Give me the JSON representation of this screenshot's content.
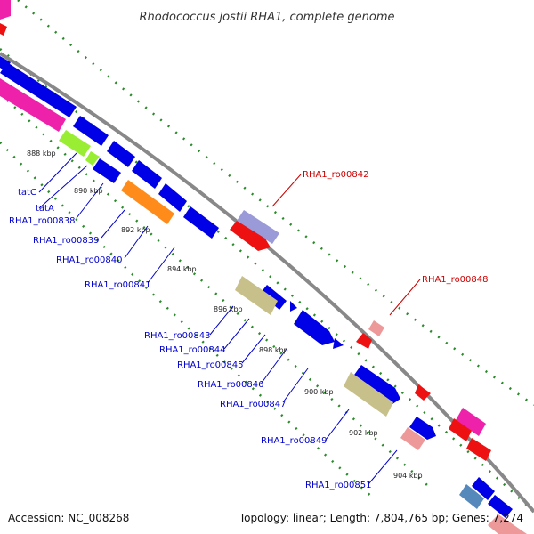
{
  "title": "Rhodococcus jostii RHA1, complete genome",
  "accession": "Accession: NC_008268",
  "topology": "Topology: linear; Length: 7,804,765 bp; Genes: 7,274",
  "colors": {
    "backbone": "#888888",
    "dots": "#2a8a2a",
    "blue": "#0000e6",
    "magenta": "#ee22aa",
    "green": "#99ee33",
    "orange": "#ff8c1a",
    "khaki": "#c8c08a",
    "red": "#ee1111",
    "lavender": "#9a9ad8",
    "pink": "#ee9999",
    "steel": "#5588bb",
    "label_blue": "#0000cc",
    "label_red": "#cc0000"
  },
  "ticks": [
    "888 kbp",
    "890 kbp",
    "892 kbp",
    "894 kbp",
    "896 kbp",
    "898 kbp",
    "900 kbp",
    "902 kbp",
    "904 kbp"
  ],
  "left_labels": [
    "tatC",
    "tatA",
    "RHA1_ro00838",
    "RHA1_ro00839",
    "RHA1_ro00840",
    "RHA1_ro00841",
    "RHA1_ro00843",
    "RHA1_ro00844",
    "RHA1_ro00845",
    "RHA1_ro00846",
    "RHA1_ro00847",
    "RHA1_ro00849",
    "RHA1_ro00851"
  ],
  "right_labels": [
    "RHA1_ro00842",
    "RHA1_ro00848"
  ]
}
